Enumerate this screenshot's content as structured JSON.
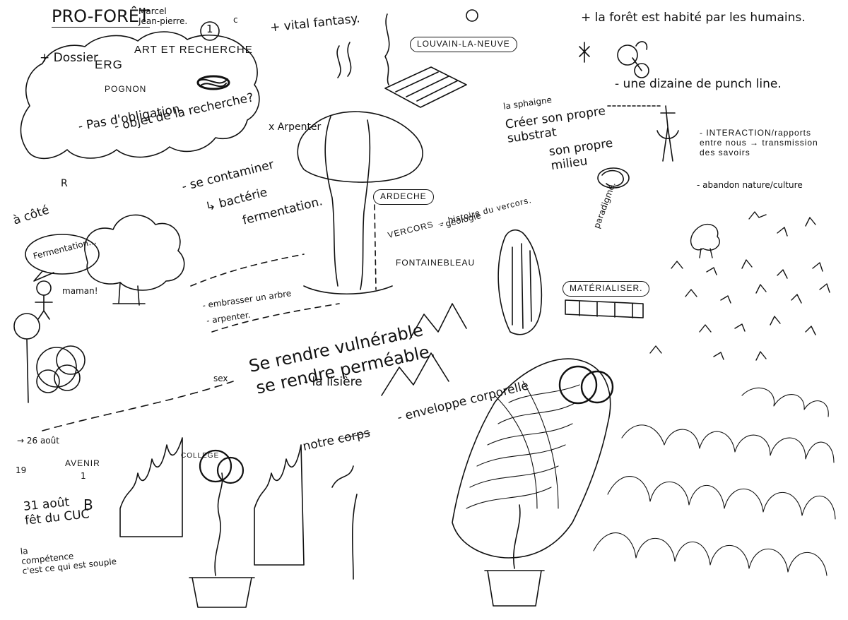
{
  "notes": {
    "title": "PRO-FORÊT",
    "names": "Marcel\nJean-pierre.",
    "number": "1",
    "letter_c": "c",
    "dossier": "+ Dossier",
    "erg": "ERG",
    "art_recherche": "ART ET RECHERCHE",
    "pognon": "POGNON",
    "pas_obligation": "- Pas d'obligation",
    "objet_recherche": "- objet de la recherche?",
    "vital_fantasy": "+ vital fantasy.",
    "louvain": "LOUVAIN-LA-NEUVE",
    "foret_habite": "+ la forêt est habité par les humains.",
    "dizaine": "- une dizaine de punch line.",
    "sphaigne": "la sphaigne",
    "creer_substrat": "Créer son propre\nsubstrat",
    "son_milieu": "son propre\nmilieu",
    "interaction": "- INTERACTION/rapports\nentre nous → transmission\ndes savoirs",
    "abandon": "- abandon nature/culture",
    "arpenter_top": "x Arpenter",
    "letter_r": "R",
    "a_cote": "à côté",
    "contaminer": "- se contaminer",
    "bacterie": "↳ bactérie",
    "fermentation": "fermentation.",
    "ardeche": "ARDECHE",
    "vercors": "VERCORS → histoire du vercors.",
    "geologie": "- géologie",
    "fontainebleau": "FONTAINEBLEAU",
    "paradigme": "paradigme.",
    "fermentation_bubble": "Fermentation...",
    "maman": "maman!",
    "embrasser": "- embrasser un arbre",
    "arpenter": "- arpenter.",
    "materialiser": "MATÉRIALISER.",
    "vulnerable": "Se rendre vulnérable",
    "permeable": "se rendre perméable.",
    "lisiere": "- la lisière",
    "notre_corps": "notre",
    "corps_struck": "corps",
    "enveloppe": "- enveloppe corporelle",
    "sex": "sex",
    "date1": "→ 26 août",
    "num19": "19",
    "avenir": "AVENIR",
    "avenir_sub": "1",
    "date2": "31 août\nfêt du CUC",
    "letter_b": "B",
    "competence": "la\ncompétence\nc'est ce qui est souple",
    "college": "COLLEGE"
  },
  "icons": {
    "trees": "tree-icon",
    "pots": "potted-plant-icon",
    "birds": "bird-icon",
    "bike": "bicycle-icon",
    "figure": "person-icon"
  }
}
